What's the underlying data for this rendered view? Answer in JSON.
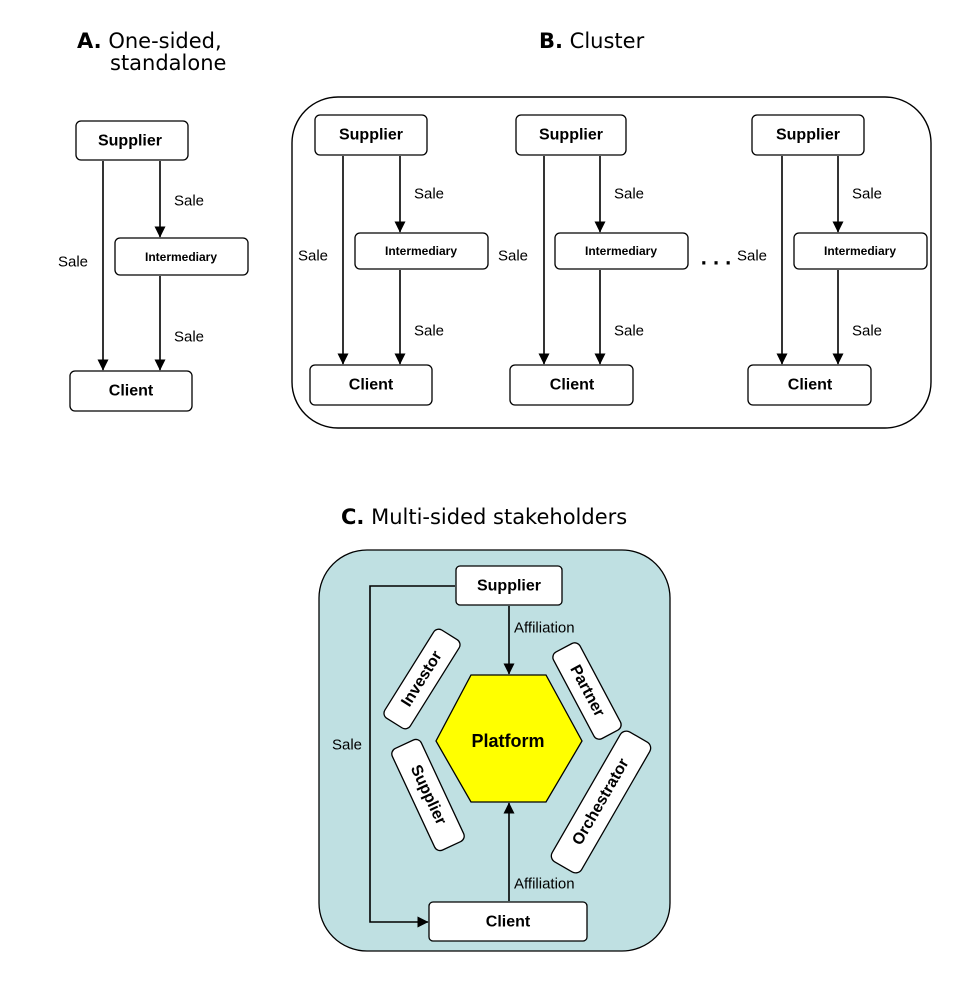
{
  "panel_a": {
    "letter": "A.",
    "title_line1": "One-sided,",
    "title_line2": "standalone",
    "supplier": "Supplier",
    "intermediary": "Intermediary",
    "client": "Client",
    "sale_direct": "Sale",
    "sale_to_intermediary": "Sale",
    "sale_to_client": "Sale"
  },
  "panel_b": {
    "letter": "B.",
    "title": "Cluster",
    "groups": [
      {
        "supplier": "Supplier",
        "intermediary": "Intermediary",
        "client": "Client",
        "sale_direct": "Sale",
        "sale_to_intermediary": "Sale",
        "sale_to_client": "Sale"
      },
      {
        "supplier": "Supplier",
        "intermediary": "Intermediary",
        "client": "Client",
        "sale_direct": "Sale",
        "sale_to_intermediary": "Sale",
        "sale_to_client": "Sale"
      },
      {
        "supplier": "Supplier",
        "intermediary": "Intermediary",
        "client": "Client",
        "sale_direct": "Sale",
        "sale_to_intermediary": "Sale",
        "sale_to_client": "Sale"
      }
    ],
    "ellipsis": ". . ."
  },
  "panel_c": {
    "letter": "C.",
    "title": "Multi-sided stakeholders",
    "supplier": "Supplier",
    "client": "Client",
    "platform": "Platform",
    "affiliation_top": "Affiliation",
    "affiliation_bottom": "Affiliation",
    "sale": "Sale",
    "investor": "Investor",
    "partner": "Partner",
    "supplier_side": "Supplier",
    "orchestrator": "Orchestrator",
    "colors": {
      "panel_background": "#bfe0e2",
      "platform_fill": "#ffff00"
    }
  }
}
